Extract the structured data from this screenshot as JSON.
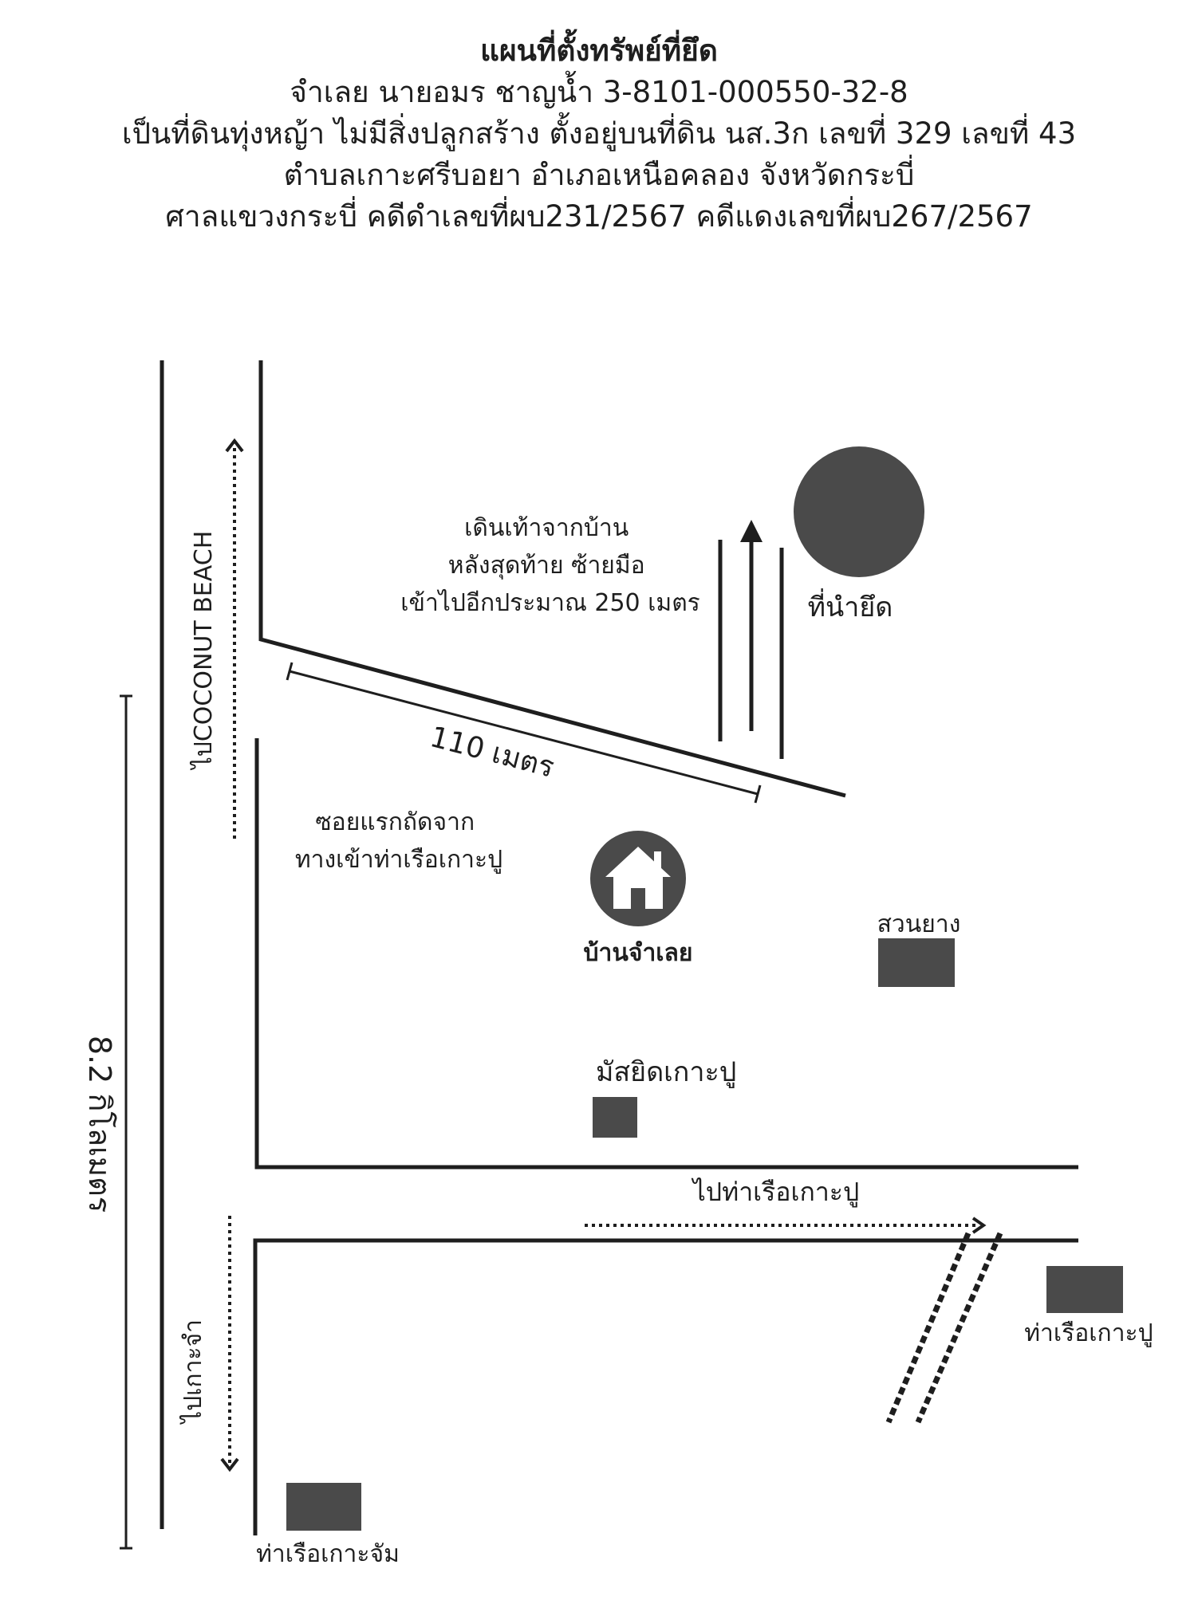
{
  "header": {
    "title": "แผนที่ตั้งทรัพย์ที่ยึด",
    "line1": "จำเลย นายอมร ชาญน้ำ 3-8101-000550-32-8",
    "line2": "เป็นที่ดินทุ่งหญ้า ไม่มีสิ่งปลูกสร้าง ตั้งอยู่บนที่ดิน นส.3ก เลขที่ 329 เลขที่ 43",
    "line3": "ตำบลเกาะศรีบอยา อำเภอเหนือคลอง จังหวัดกระบี่",
    "line4": "ศาลแขวงกระบี่ คดีดำเลขที่ผบ231/2567 คดีแดงเลขที่ผบ267/2567"
  },
  "map": {
    "distance_main": "8.2 กิโลเมตร",
    "to_coconut_beach": "ไปCOCONUT BEACH",
    "to_koh_jum": "ไปเกาะจำ",
    "walk_note": [
      "เดินเท้าจากบ้าน",
      "หลังสุดท้าย ซ้ายมือ",
      "เข้าไปอีกประมาณ 250 เมตร"
    ],
    "seized_site": "ที่นำยึด",
    "distance_soi": "110 เมตร",
    "soi_note": [
      "ซอยแรกถัดจาก",
      "ทางเข้าท่าเรือเกาะปู"
    ],
    "defendant_house": "บ้านจำเลย",
    "rubber_plantation": "สวนยาง",
    "mosque": "มัสยิดเกาะปู",
    "to_pier": "ไปท่าเรือเกาะปู",
    "koh_poo_pier": "ท่าเรือเกาะปู",
    "koh_jum_pier": "ท่าเรือเกาะจัม"
  },
  "colors": {
    "ink": "#1e1e1e",
    "marker_fill": "#4a4a4a"
  },
  "icons": [
    "house-icon",
    "up-arrow-icon",
    "seized-location-circle"
  ]
}
